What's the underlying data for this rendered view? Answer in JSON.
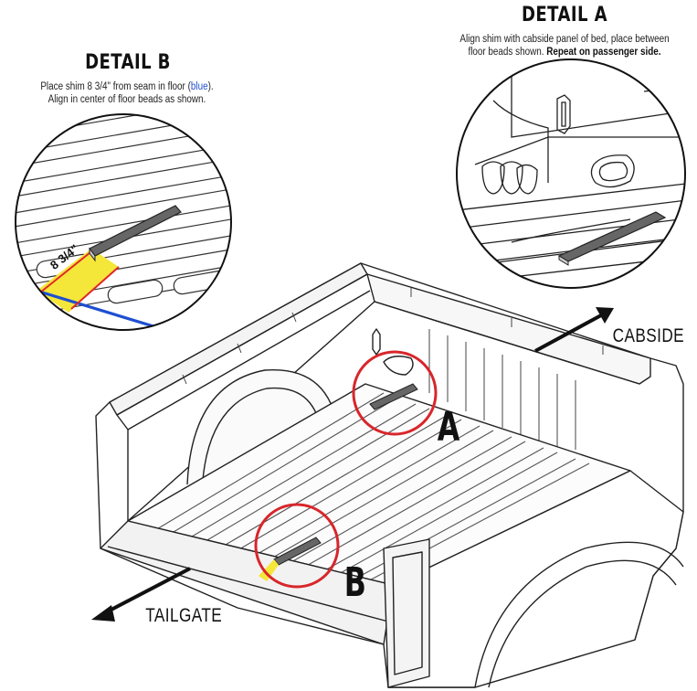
{
  "detail_a": {
    "title": "DETAIL A",
    "caption_line1": "Align shim with cabside panel of bed, place between",
    "caption_line2_plain": "floor beads shown. ",
    "caption_line2_bold": "Repeat on passenger side."
  },
  "detail_b": {
    "title": "DETAIL B",
    "caption_line1_pre": "Place shim 8 3/4\" from seam in floor (",
    "caption_line1_blue": "blue",
    "caption_line1_post": ").",
    "caption_line2": "Align in center of floor beads as shown.",
    "measurement": "8 3/4\""
  },
  "callouts": {
    "a": "A",
    "b": "B"
  },
  "directions": {
    "cabside": "CABSIDE",
    "tailgate": "TAILGATE"
  },
  "colors": {
    "callout_ring": "#d8262b",
    "seam_line": "#1f4fd1",
    "measure_zone": "#f5e63a",
    "measure_line": "#e0282a",
    "shim": "#666666"
  }
}
